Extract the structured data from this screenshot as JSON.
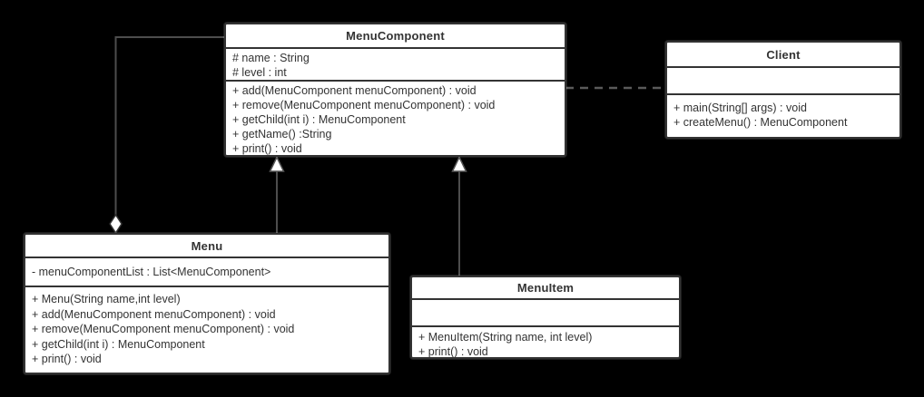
{
  "diagram": {
    "type": "uml-class-diagram",
    "classes": [
      {
        "name": "MenuComponent",
        "attributes": [
          "# name : String",
          "# level : int"
        ],
        "methods": [
          "+ add(MenuComponent menuComponent) : void",
          "+ remove(MenuComponent menuComponent) : void",
          "+ getChild(int i) : MenuComponent",
          "+ getName() :String",
          "+ print() : void"
        ]
      },
      {
        "name": "Client",
        "attributes": [],
        "methods": [
          "+ main(String[] args) : void",
          "+ createMenu() : MenuComponent"
        ]
      },
      {
        "name": "Menu",
        "attributes": [
          "- menuComponentList : List<MenuComponent>"
        ],
        "methods": [
          "+ Menu(String name,int level)",
          "+ add(MenuComponent menuComponent) : void",
          "+ remove(MenuComponent menuComponent) : void",
          "+ getChild(int i) : MenuComponent",
          "+ print() : void"
        ]
      },
      {
        "name": "MenuItem",
        "attributes": [],
        "methods": [
          "+ MenuItem(String name, int level)",
          "+ print() : void"
        ]
      }
    ],
    "relationships": [
      {
        "type": "aggregation",
        "from": "Menu",
        "to": "MenuComponent",
        "marker": "hollow-diamond-at-menu"
      },
      {
        "type": "inheritance",
        "from": "Menu",
        "to": "MenuComponent",
        "marker": "hollow-triangle-at-menucomponent"
      },
      {
        "type": "inheritance",
        "from": "MenuItem",
        "to": "MenuComponent",
        "marker": "hollow-triangle-at-menucomponent"
      },
      {
        "type": "dependency",
        "from": "MenuComponent",
        "to": "Client",
        "marker": "dashed-line"
      }
    ],
    "colors": {
      "background": "#000000",
      "box_fill": "#ffffff",
      "box_border": "#333333",
      "text": "#333333",
      "connector_line": "#4d4d4d",
      "dashed_line": "#5a5a5a",
      "marker_fill": "#ffffff"
    }
  }
}
